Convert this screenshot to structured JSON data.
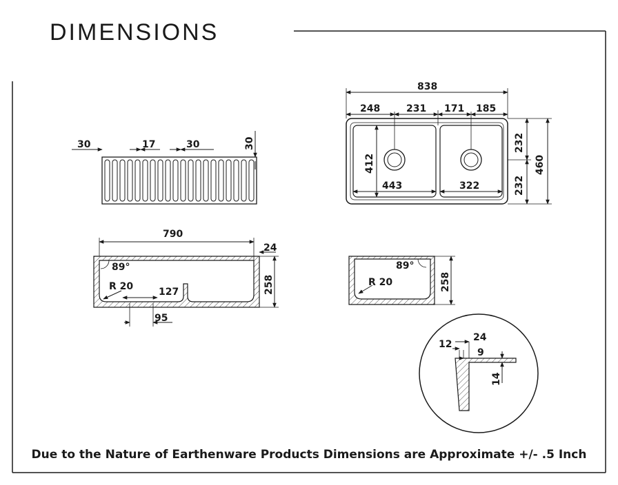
{
  "header": {
    "title": "DIMENSIONS"
  },
  "footer": {
    "note": "Due to the Nature of Earthenware Products Dimensions are Approximate +/- .5 Inch"
  },
  "front_view": {
    "d1": "30",
    "d2": "17",
    "d3": "30",
    "d4": "30"
  },
  "top_view": {
    "total": "838",
    "a": "248",
    "b": "231",
    "c": "171",
    "d": "185",
    "h1": "232",
    "h2": "232",
    "depth": "460",
    "bowl_h": "412",
    "bowl1_w": "443",
    "bowl2_w": "322"
  },
  "section_long": {
    "width": "790",
    "rim": "24",
    "height": "258",
    "angle": "89°",
    "radius": "R 20",
    "drain_x": "127",
    "drain_w": "95"
  },
  "section_short": {
    "angle": "89°",
    "radius": "R 20",
    "height": "258"
  },
  "detail": {
    "a": "12",
    "b": "24",
    "c": "9",
    "d": "14"
  },
  "colors": {
    "line": "#1a1a1a",
    "background": "#ffffff"
  }
}
